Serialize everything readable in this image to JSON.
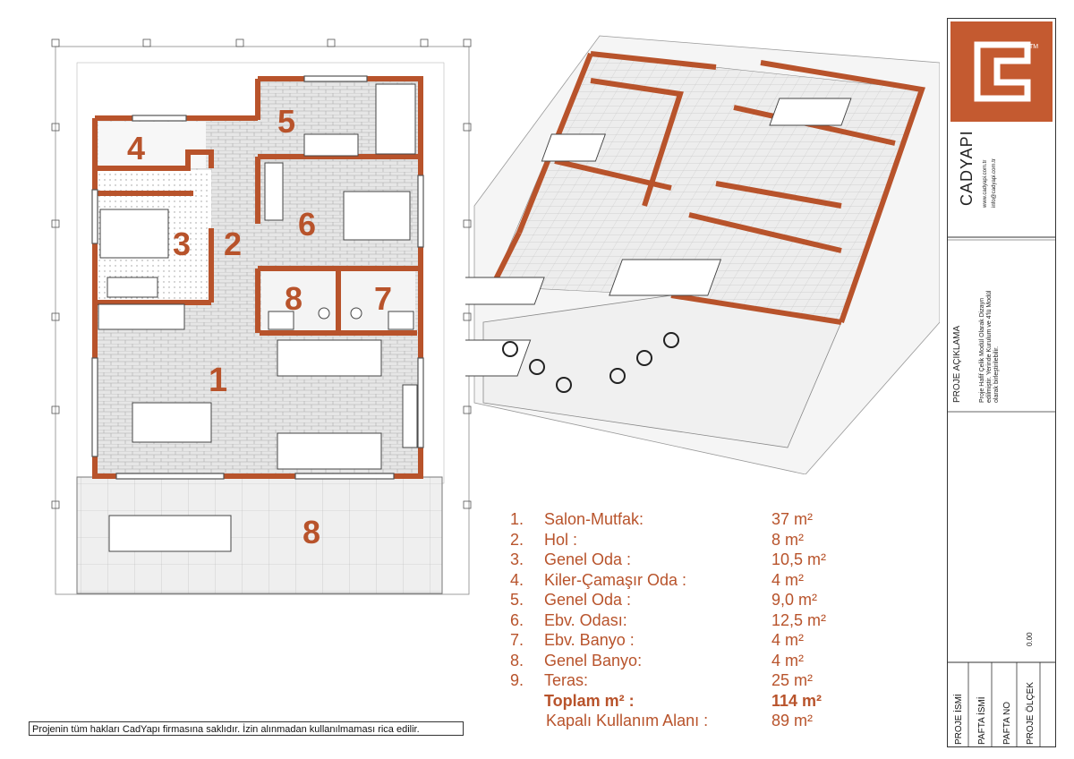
{
  "plan": {
    "room_numbers": [
      "1",
      "2",
      "3",
      "4",
      "5",
      "6",
      "7",
      "8",
      "8"
    ]
  },
  "areas": [
    {
      "no": "1.",
      "name": "Salon-Mutfak:",
      "area": "37 m²"
    },
    {
      "no": "2.",
      "name": "Hol :",
      "area": "8 m²"
    },
    {
      "no": "3.",
      "name": "Genel Oda :",
      "area": "10,5 m²"
    },
    {
      "no": "4.",
      "name": "Kiler-Çamaşır Oda :",
      "area": "4 m²"
    },
    {
      "no": "5.",
      "name": "Genel Oda  :",
      "area": "9,0 m²"
    },
    {
      "no": "6.",
      "name": "Ebv. Odası:",
      "area": "12,5 m²"
    },
    {
      "no": "7.",
      "name": "Ebv. Banyo :",
      "area": "4 m²"
    },
    {
      "no": "8.",
      "name": "Genel Banyo:",
      "area": "4 m²"
    },
    {
      "no": "9.",
      "name": "Teras:",
      "area": "25 m²"
    }
  ],
  "total": {
    "label": "Toplam m² :",
    "area": "114 m²"
  },
  "closed": {
    "label": "Kapalı Kullanım Alanı :",
    "area": "89 m²"
  },
  "copyright": "Projenin tüm hakları CadYapı firmasına saklıdır. İzin alınmadan kullanılmaması rica edilir.",
  "sidebar": {
    "logo_letter": "C",
    "logo_tm": "TM",
    "brand": "CADYAPI",
    "web": "www.cadyapi.com.tr",
    "email": "info@cadyapi.com.tr",
    "desc_title": "PROJE AÇIKLAMA",
    "desc_line1": "Proje Hafif Çelik Modül Olarak Dizayn",
    "desc_line2": "edilmiştir. Yerinde Kurulum ve 4'lü Modül",
    "desc_line3": "olarak birleştirilebilir.",
    "scale_value": "0.00",
    "labels": [
      "PROJE İSMİ",
      "PAFTA İSMİ",
      "PAFTA NO",
      "PROJE ÖLÇEK"
    ]
  },
  "colors": {
    "wall": "#b8532b",
    "accent": "#c45a30",
    "floor": "#d9d9d9",
    "line": "#555555"
  }
}
